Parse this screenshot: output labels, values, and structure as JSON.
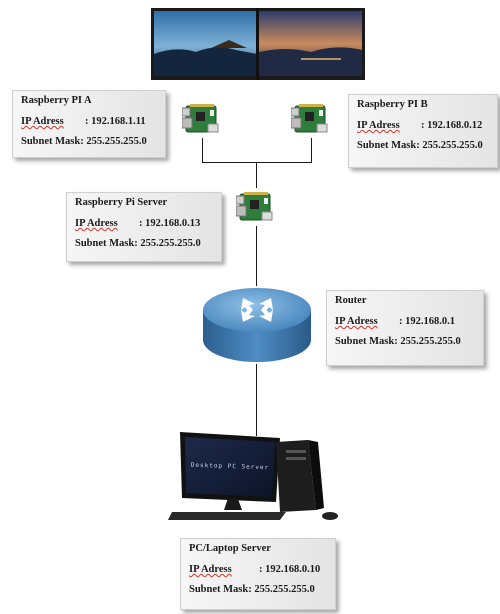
{
  "nodes": {
    "rpi_a": {
      "title": "Raspberry PI A",
      "ip_label": "IP Adress",
      "ip_value": ": 192.168.1.11",
      "mask_label": "Subnet Mask",
      "mask_value": ": 255.255.255.0"
    },
    "rpi_b": {
      "title": "Raspberry PI B",
      "ip_label": "IP Adress",
      "ip_value": ": 192.168.0.12",
      "mask_label": "Subnet Mask",
      "mask_value": ": 255.255.255.0"
    },
    "rpi_server": {
      "title": "Raspberry Pi Server",
      "ip_label": "IP Adress",
      "ip_value": ": 192.168.0.13",
      "mask_label": "Subnet Mask",
      "mask_value": ": 255.255.255.0"
    },
    "router": {
      "title": "Router",
      "ip_label": "IP Adress",
      "ip_value": ": 192.168.0.1",
      "mask_label": "Subnet Mask",
      "mask_value": ": 255.255.255.0"
    },
    "pc_server": {
      "title": "PC/Laptop Server",
      "ip_label": "IP Adress",
      "ip_value": ": 192.168.0.10",
      "mask_label": "Subnet Mask",
      "mask_value": ": 255.255.255.0"
    }
  },
  "monitor_text": "Desktop PC Server",
  "icons": [
    "dual-monitor-display-icon",
    "raspberry-pi-board-icon",
    "router-icon",
    "desktop-pc-icon"
  ],
  "colors": {
    "router_blue": "#3f7fb8",
    "pcb_green": "#2e7d3a",
    "box_gradient_start": "#f6f6f6",
    "box_gradient_end": "#e4e4e4",
    "spell_underline": "#d0342c"
  }
}
